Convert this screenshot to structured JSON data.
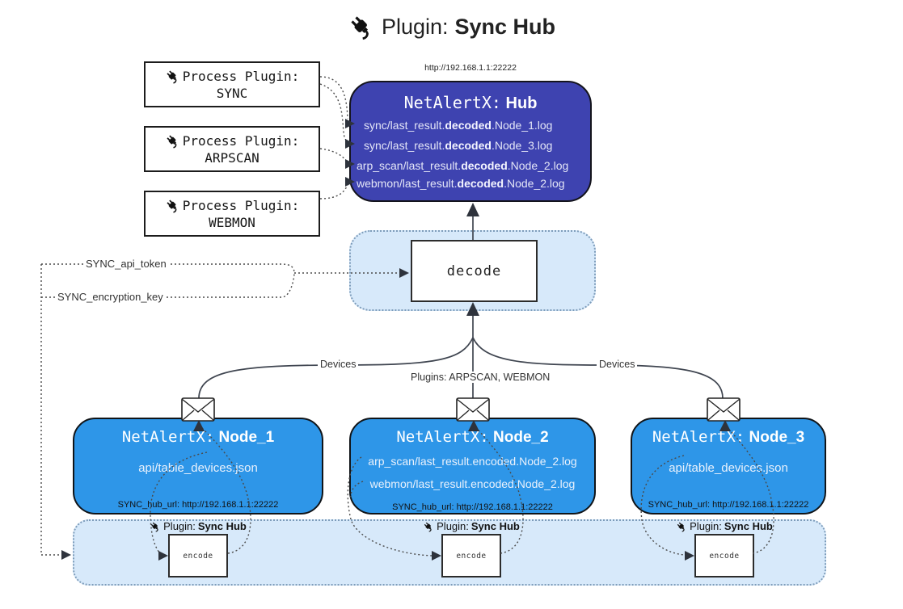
{
  "title": {
    "prefix": "Plugin:",
    "name": "Sync Hub"
  },
  "hub": {
    "url": "http://192.168.1.1:22222",
    "title_prefix": "NetAlertX:",
    "title_name": "Hub",
    "log_lines": [
      {
        "pre": "sync/last_result.",
        "mid": "decoded",
        "post": ".Node_1.log"
      },
      {
        "pre": "sync/last_result.",
        "mid": "decoded",
        "post": ".Node_3.log"
      },
      {
        "pre": "arp_scan/last_result.",
        "mid": "decoded",
        "post": ".Node_2.log"
      },
      {
        "pre": "webmon/last_result.",
        "mid": "decoded",
        "post": ".Node_2.log"
      }
    ]
  },
  "process_plugins": [
    {
      "label": "Process Plugin:",
      "name": "SYNC"
    },
    {
      "label": "Process Plugin:",
      "name": "ARPSCAN"
    },
    {
      "label": "Process Plugin:",
      "name": "WEBMON"
    }
  ],
  "decode_box": {
    "label": "decode"
  },
  "keys": {
    "api_token": "SYNC_api_token",
    "encryption_key": "SYNC_encryption_key"
  },
  "edge_labels": {
    "devices_left": "Devices",
    "plugins_center": "Plugins: ARPSCAN, WEBMON",
    "devices_right": "Devices"
  },
  "nodes": [
    {
      "title_prefix": "NetAlertX:",
      "title_name": "Node_1",
      "files": [
        "api/table_devices.json"
      ],
      "hub_url": "SYNC_hub_url: http://192.168.1.1:22222"
    },
    {
      "title_prefix": "NetAlertX:",
      "title_name": "Node_2",
      "files": [
        "arp_scan/last_result.encoded.Node_2.log",
        "webmon/last_result.encoded.Node_2.log"
      ],
      "hub_url": "SYNC_hub_url: http://192.168.1.1:22222"
    },
    {
      "title_prefix": "NetAlertX:",
      "title_name": "Node_3",
      "files": [
        "api/table_devices.json"
      ],
      "hub_url": "SYNC_hub_url: http://192.168.1.1:22222"
    }
  ],
  "band": {
    "units": [
      {
        "prefix": "Plugin:",
        "name": "Sync Hub",
        "encode": "encode"
      },
      {
        "prefix": "Plugin:",
        "name": "Sync Hub",
        "encode": "encode"
      },
      {
        "prefix": "Plugin:",
        "name": "Sync Hub",
        "encode": "encode"
      }
    ]
  },
  "colors": {
    "hub_fill": "#3e43b0",
    "node_fill": "#2e96e8",
    "panel_fill": "#d7e9fa",
    "panel_border": "#7d9cba",
    "line": "#3f4550",
    "arrow_dark": "#2e333c"
  }
}
